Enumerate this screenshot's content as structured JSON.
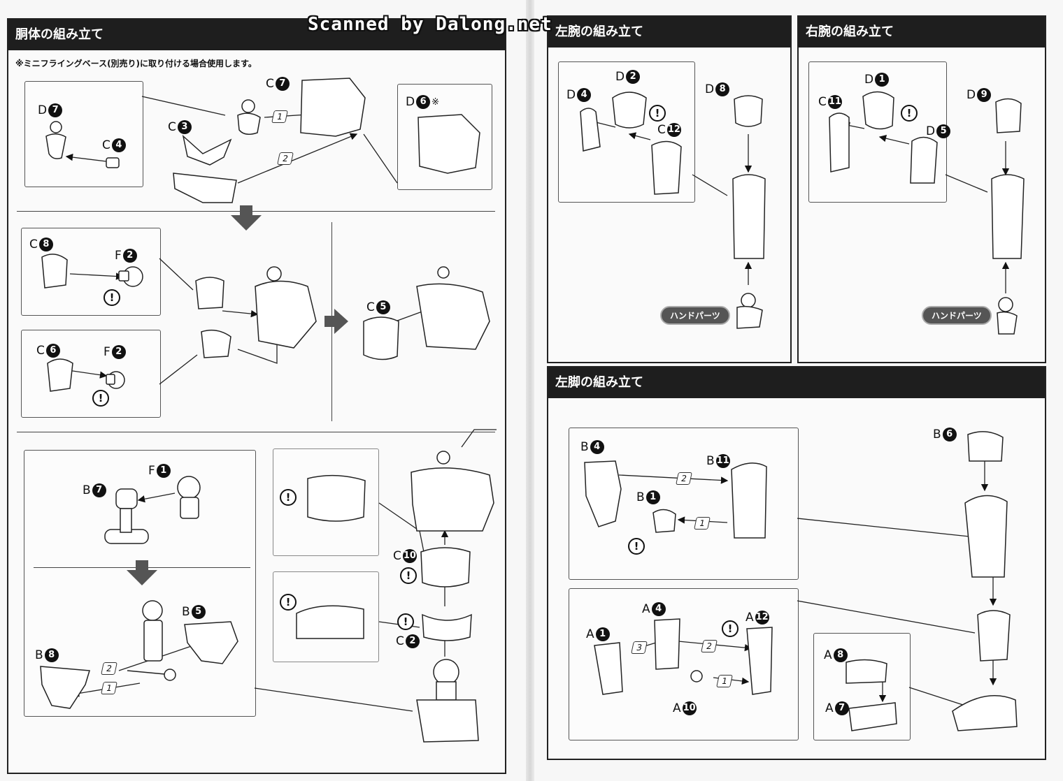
{
  "watermark": "Scanned by Dalong.net",
  "torso": {
    "title": "胴体の組み立て",
    "note": "※ミニフライングベース(別売り)に取り付ける場合使用します。"
  },
  "left_arm": {
    "title": "左腕の組み立て",
    "hand_label": "ハンドパーツ"
  },
  "right_arm": {
    "title": "右腕の組み立て",
    "hand_label": "ハンドパーツ"
  },
  "left_leg": {
    "title": "左脚の組み立て"
  },
  "parts": {
    "D7": {
      "letter": "D",
      "num": "7"
    },
    "C4": {
      "letter": "C",
      "num": "4"
    },
    "C7": {
      "letter": "C",
      "num": "7"
    },
    "C3": {
      "letter": "C",
      "num": "3"
    },
    "D6": {
      "letter": "D",
      "num": "6",
      "suffix": "※"
    },
    "C8": {
      "letter": "C",
      "num": "8"
    },
    "F2a": {
      "letter": "F",
      "num": "2"
    },
    "C6": {
      "letter": "C",
      "num": "6"
    },
    "F2b": {
      "letter": "F",
      "num": "2"
    },
    "C5": {
      "letter": "C",
      "num": "5"
    },
    "F1": {
      "letter": "F",
      "num": "1"
    },
    "B7": {
      "letter": "B",
      "num": "7"
    },
    "B5": {
      "letter": "B",
      "num": "5"
    },
    "B8": {
      "letter": "B",
      "num": "8"
    },
    "C10": {
      "letter": "C",
      "num": "10"
    },
    "C2": {
      "letter": "C",
      "num": "2"
    },
    "D2": {
      "letter": "D",
      "num": "2"
    },
    "D4": {
      "letter": "D",
      "num": "4"
    },
    "C12": {
      "letter": "C",
      "num": "12"
    },
    "D8": {
      "letter": "D",
      "num": "8"
    },
    "D1": {
      "letter": "D",
      "num": "1"
    },
    "C11": {
      "letter": "C",
      "num": "11"
    },
    "D5": {
      "letter": "D",
      "num": "5"
    },
    "D9": {
      "letter": "D",
      "num": "9"
    },
    "B4": {
      "letter": "B",
      "num": "4"
    },
    "B11": {
      "letter": "B",
      "num": "11"
    },
    "B1": {
      "letter": "B",
      "num": "1"
    },
    "B6": {
      "letter": "B",
      "num": "6"
    },
    "A4": {
      "letter": "A",
      "num": "4"
    },
    "A12": {
      "letter": "A",
      "num": "12"
    },
    "A1": {
      "letter": "A",
      "num": "1"
    },
    "A10": {
      "letter": "A",
      "num": "10"
    },
    "A8": {
      "letter": "A",
      "num": "8"
    },
    "A7": {
      "letter": "A",
      "num": "7"
    }
  },
  "symbols": {
    "warn": "!",
    "step1": "1",
    "step2": "2",
    "step3": "3"
  }
}
